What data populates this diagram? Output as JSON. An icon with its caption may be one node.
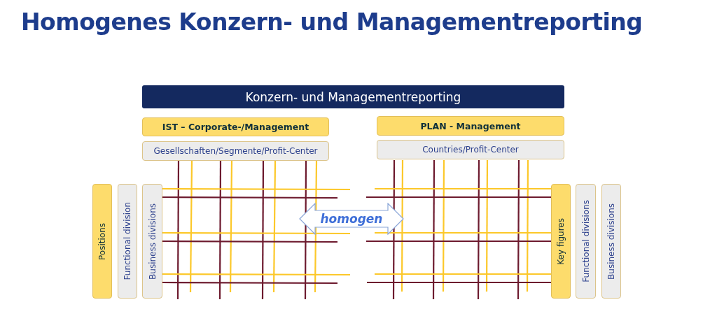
{
  "diagram": {
    "title": "Homogenes Konzern- und Managementreporting",
    "nodes": [
      {
        "text": [
          "Konzern- und Managementreporting"
        ]
      },
      {
        "text": [
          "IST – Corporate-/Management"
        ]
      },
      {
        "text": [
          "Gesellschaften/Segmente/Profit-Center"
        ]
      },
      {
        "text": [
          "PLAN - Management"
        ]
      },
      {
        "text": [
          "Countries/Profit-Center"
        ]
      },
      {
        "text": [
          "Positions"
        ]
      },
      {
        "text": [
          "Functional division"
        ]
      },
      {
        "text": [
          "Business divisions"
        ]
      },
      {
        "text": [
          "homogen"
        ]
      },
      {
        "text": [
          "Key figures"
        ]
      },
      {
        "text": [
          "Functional divisions"
        ]
      },
      {
        "text": [
          "Business divisions"
        ]
      }
    ]
  }
}
